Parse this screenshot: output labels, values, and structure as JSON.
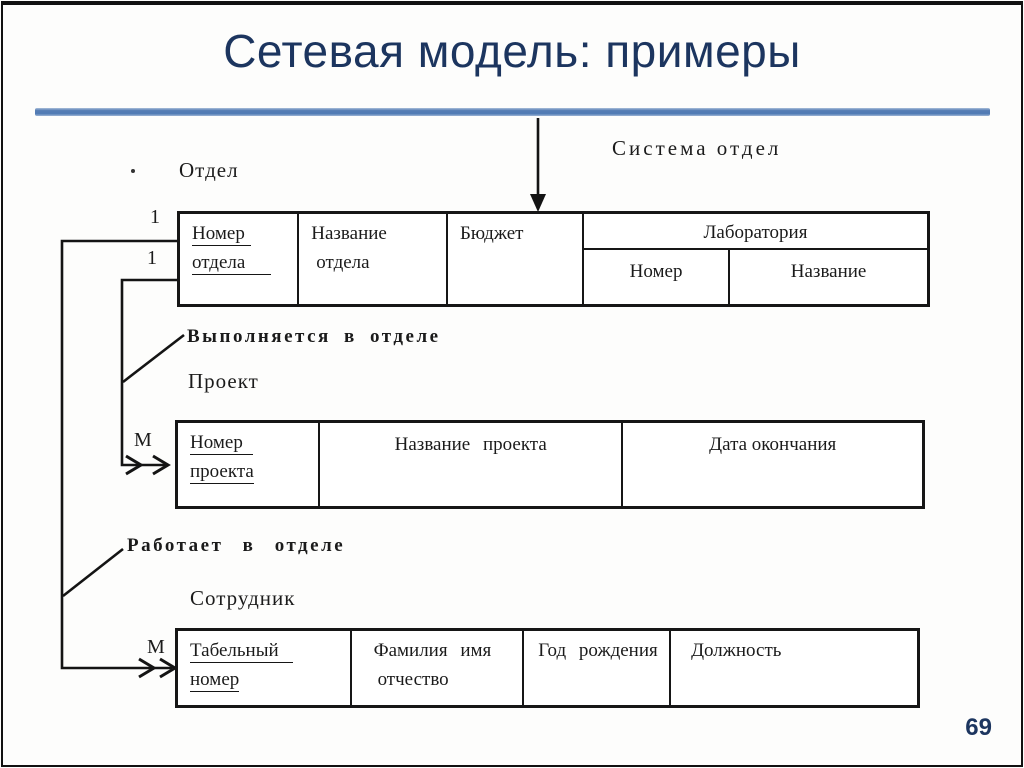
{
  "slide": {
    "title": "Сетевая модель: примеры",
    "page_number": "69",
    "title_color": "#1c355f",
    "rule_color": "#4f7ab4"
  },
  "diagram": {
    "system_label": "Система отдел",
    "otdel": {
      "label": "Отдел",
      "cardinality_top": "1",
      "cardinality_bottom": "1",
      "key_line1": "Номер",
      "key_line2": "отдела",
      "col_name_line1": "Название",
      "col_name_line2": "отдела",
      "col_budget": "Бюджет",
      "lab_header": "Лаборатория",
      "lab_num": "Номер",
      "lab_name": "Название"
    },
    "proekt": {
      "relation_label": "Выполняется в отделе",
      "label": "Проект",
      "cardinality": "М",
      "key_line1": "Номер",
      "key_line2": "проекта",
      "col_name": "Название проекта",
      "col_date": "Дата окончания"
    },
    "sotrudnik": {
      "relation_label": "Работает в отделе",
      "label": "Сотрудник",
      "cardinality": "М",
      "key_line1": "Табельный",
      "key_line2": "номер",
      "col_fio_line1": "Фамилия имя",
      "col_fio_line2": "отчество",
      "col_year": "Год рождения",
      "col_post": "Должность"
    }
  }
}
